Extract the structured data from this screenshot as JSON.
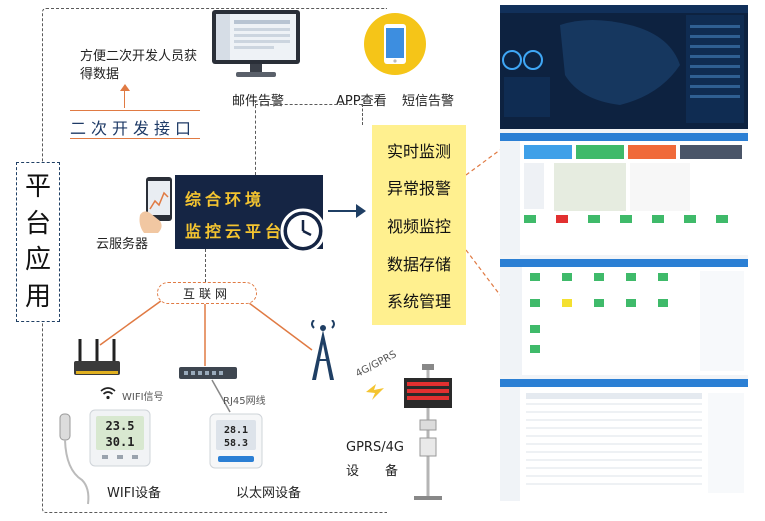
{
  "side_title": [
    "平",
    "台",
    "应",
    "用"
  ],
  "dev_note": "方便二次开发人员获得数据",
  "interface_label": "二次开发接口",
  "alerts": {
    "mail": "邮件告警",
    "app": "APP查看",
    "sms": "短信告警"
  },
  "platform": {
    "line1": "综合环境",
    "line2": "监控云平台",
    "server_label": "云服务器"
  },
  "features": [
    "实时监测",
    "异常报警",
    "视频监控",
    "数据存储",
    "系统管理"
  ],
  "internet_label": "互联网",
  "devices": {
    "wifi_signal": "WIFI信号",
    "wifi_device": "WIFI设备",
    "wifi_readings": [
      "23.5",
      "30.1"
    ],
    "rj45": "RJ45网线",
    "eth_device": "以太网设备",
    "eth_readings": [
      "28.1",
      "58.3"
    ],
    "gprs_tag": "4G/GPRS",
    "gprs_line1": "GPRS/4G",
    "gprs_line2": "设备"
  },
  "colors": {
    "navy": "#152544",
    "gold": "#f4c430",
    "orange": "#e07a43",
    "feature_bg": "#fff08f",
    "dashboard_dark": "#0d2240",
    "app_blue": "#2b7fd4"
  }
}
